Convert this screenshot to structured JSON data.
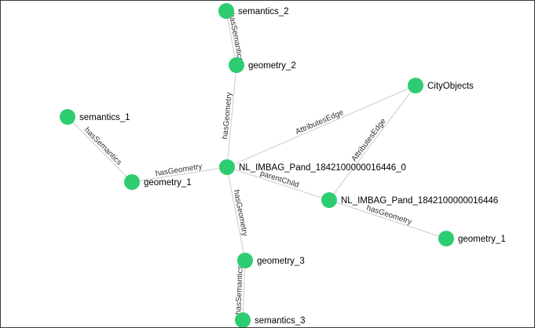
{
  "colors": {
    "node": "#2ecc71",
    "edge": "#d3d3d3",
    "label": "#000000",
    "edge_label": "#333333"
  },
  "nodes": [
    {
      "id": "sem2",
      "label": "semantics_2"
    },
    {
      "id": "geo2",
      "label": "geometry_2"
    },
    {
      "id": "cityobj",
      "label": "CityObjects"
    },
    {
      "id": "sem1",
      "label": "semantics_1"
    },
    {
      "id": "geo1a",
      "label": "geometry_1"
    },
    {
      "id": "pand0",
      "label": "NL_IMBAG_Pand_1842100000016446_0"
    },
    {
      "id": "pand",
      "label": "NL_IMBAG_Pand_1842100000016446"
    },
    {
      "id": "geo1b",
      "label": "geometry_1"
    },
    {
      "id": "geo3",
      "label": "geometry_3"
    },
    {
      "id": "sem3",
      "label": "semantics_3"
    }
  ],
  "edges": [
    {
      "from": "sem2",
      "to": "geo2",
      "label": "hasSemantics"
    },
    {
      "from": "geo2",
      "to": "pand0",
      "label": "hasGeometry"
    },
    {
      "from": "sem1",
      "to": "geo1a",
      "label": "hasSemantics"
    },
    {
      "from": "geo1a",
      "to": "pand0",
      "label": "hasGeometry"
    },
    {
      "from": "pand0",
      "to": "cityobj",
      "label": "AttributesEdge"
    },
    {
      "from": "pand",
      "to": "cityobj",
      "label": "AttributesEdge"
    },
    {
      "from": "pand0",
      "to": "pand",
      "label": "parentChild"
    },
    {
      "from": "pand",
      "to": "geo1b",
      "label": "hasGeometry"
    },
    {
      "from": "pand0",
      "to": "geo3",
      "label": "hasGeometry"
    },
    {
      "from": "geo3",
      "to": "sem3",
      "label": "hasSemantics"
    }
  ]
}
